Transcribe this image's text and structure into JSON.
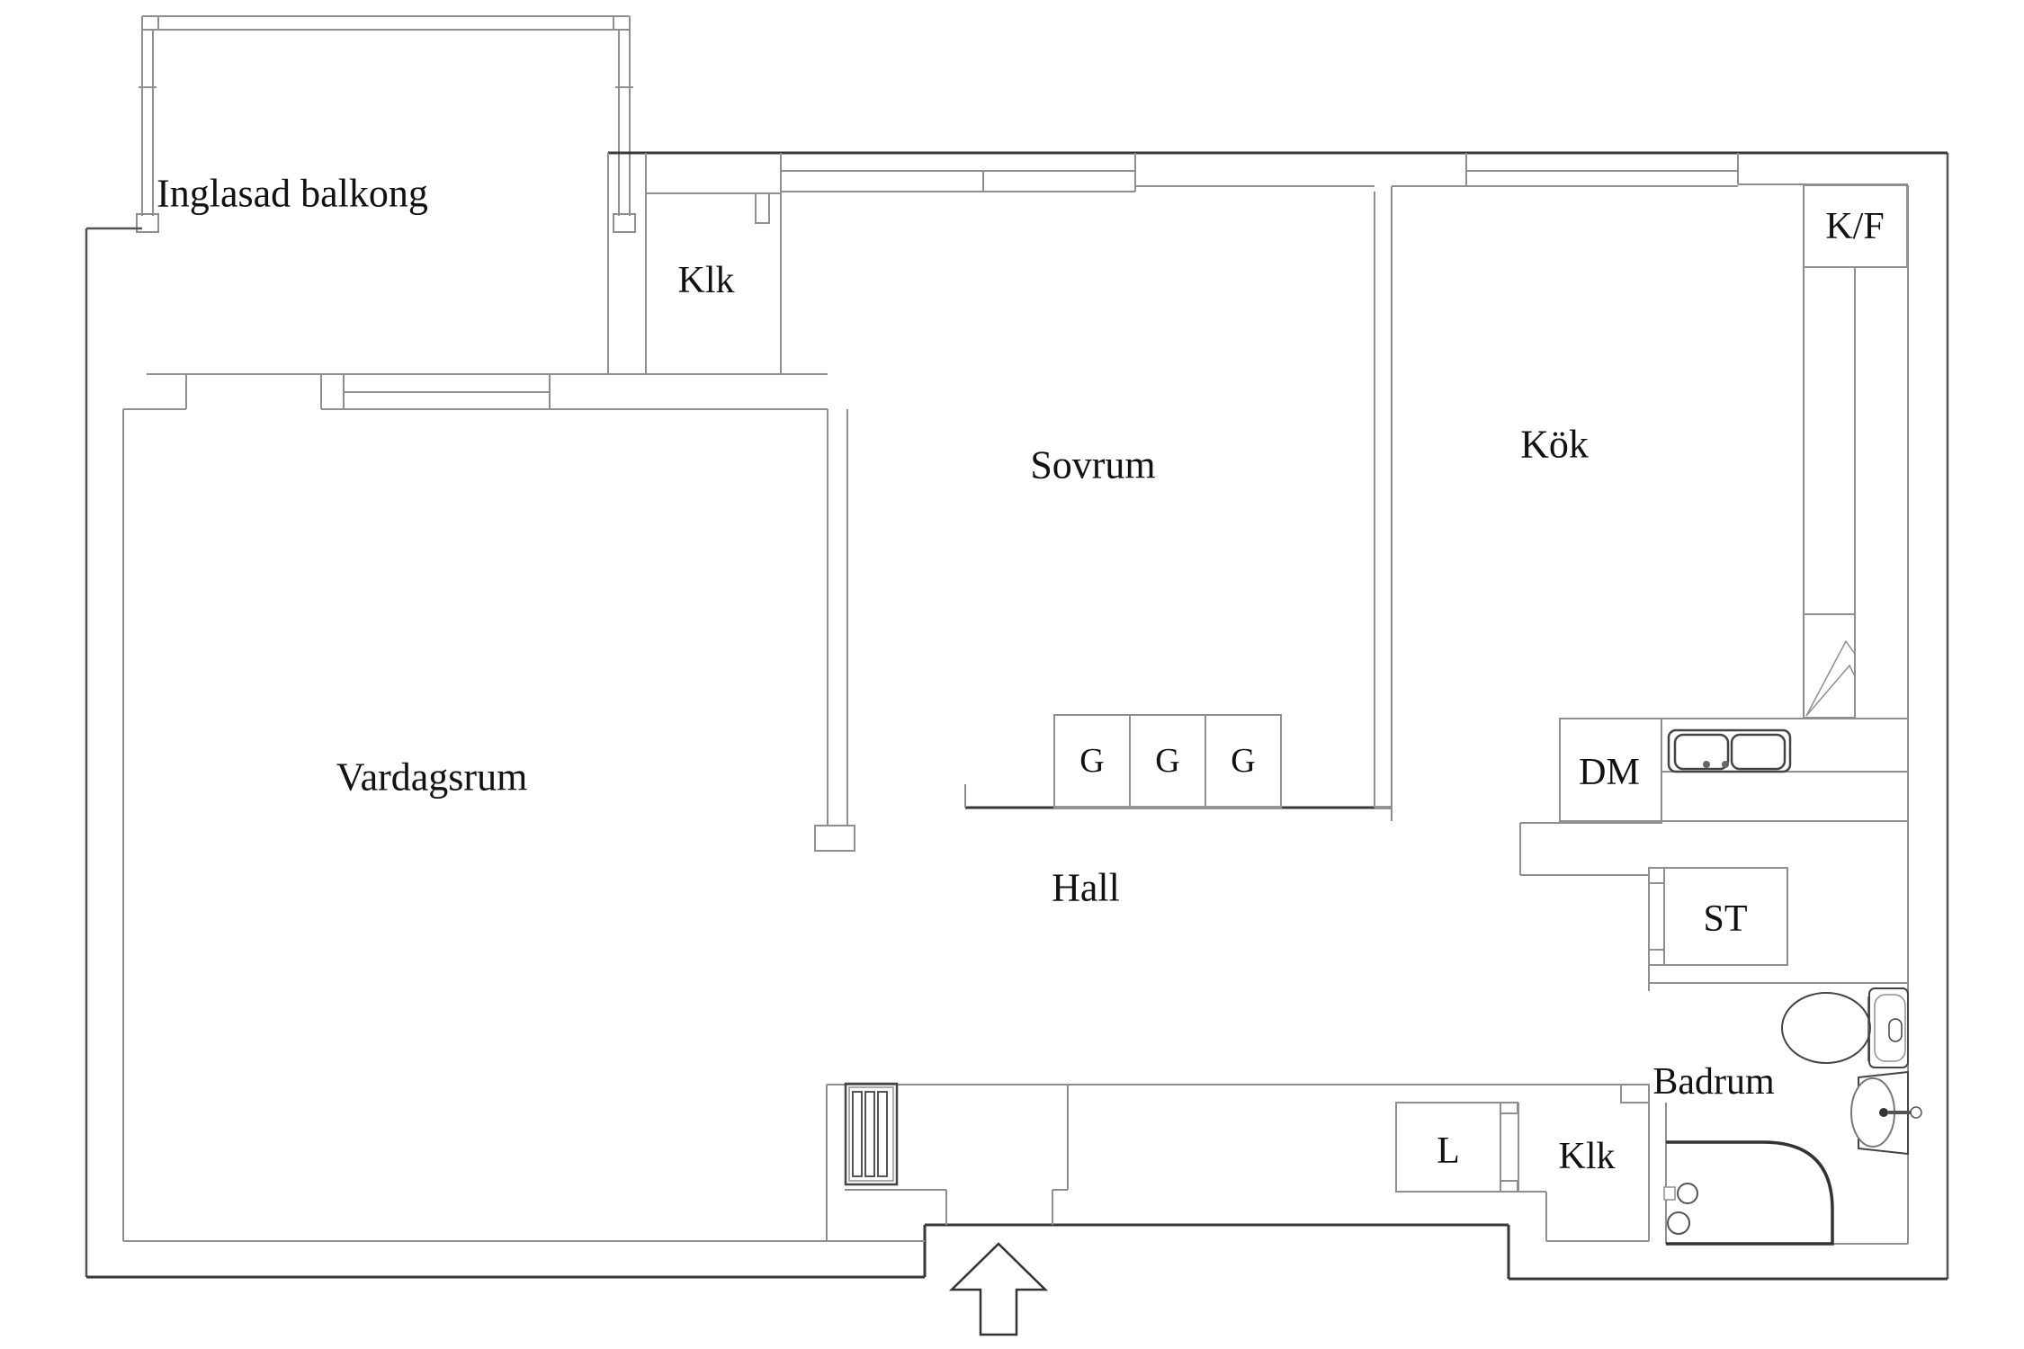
{
  "plan": {
    "labels": {
      "balcony": "Inglasad balkong",
      "closet_top": "Klk",
      "bedroom": "Sovrum",
      "kitchen": "Kök",
      "fridge_freezer": "K/F",
      "living_room": "Vardagsrum",
      "hall": "Hall",
      "dishwasher": "DM",
      "storage": "ST",
      "laundry_cabinet": "L",
      "closet_bottom": "Klk",
      "bathroom": "Badrum",
      "wardrobes": [
        "G",
        "G",
        "G"
      ]
    },
    "colors": {
      "background": "#ffffff",
      "wall_light": "#8f8f8f",
      "wall_medium": "#555555",
      "wall_dark": "#383838",
      "text": "#111111"
    }
  }
}
